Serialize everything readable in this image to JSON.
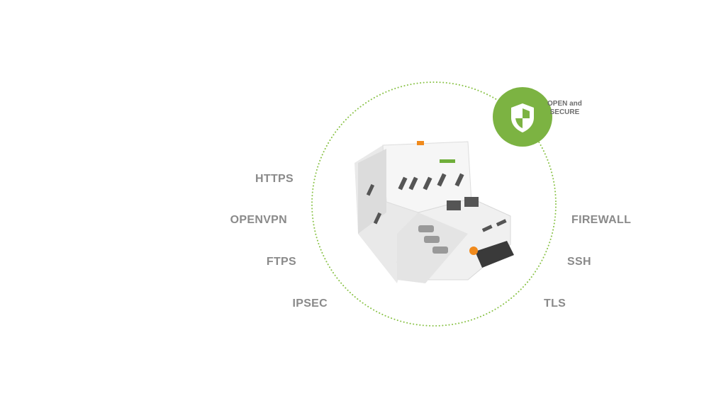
{
  "badge": {
    "line1": "OPEN and",
    "line2": "SECURE",
    "icon": "shield-icon",
    "color": "#7cb342"
  },
  "protocols_left": [
    "HTTPS",
    "OPENVPN",
    "FTPS",
    "IPSEC"
  ],
  "protocols_right": [
    "FIREWALL",
    "SSH",
    "TLS"
  ],
  "circle_color": "#8bc34a"
}
